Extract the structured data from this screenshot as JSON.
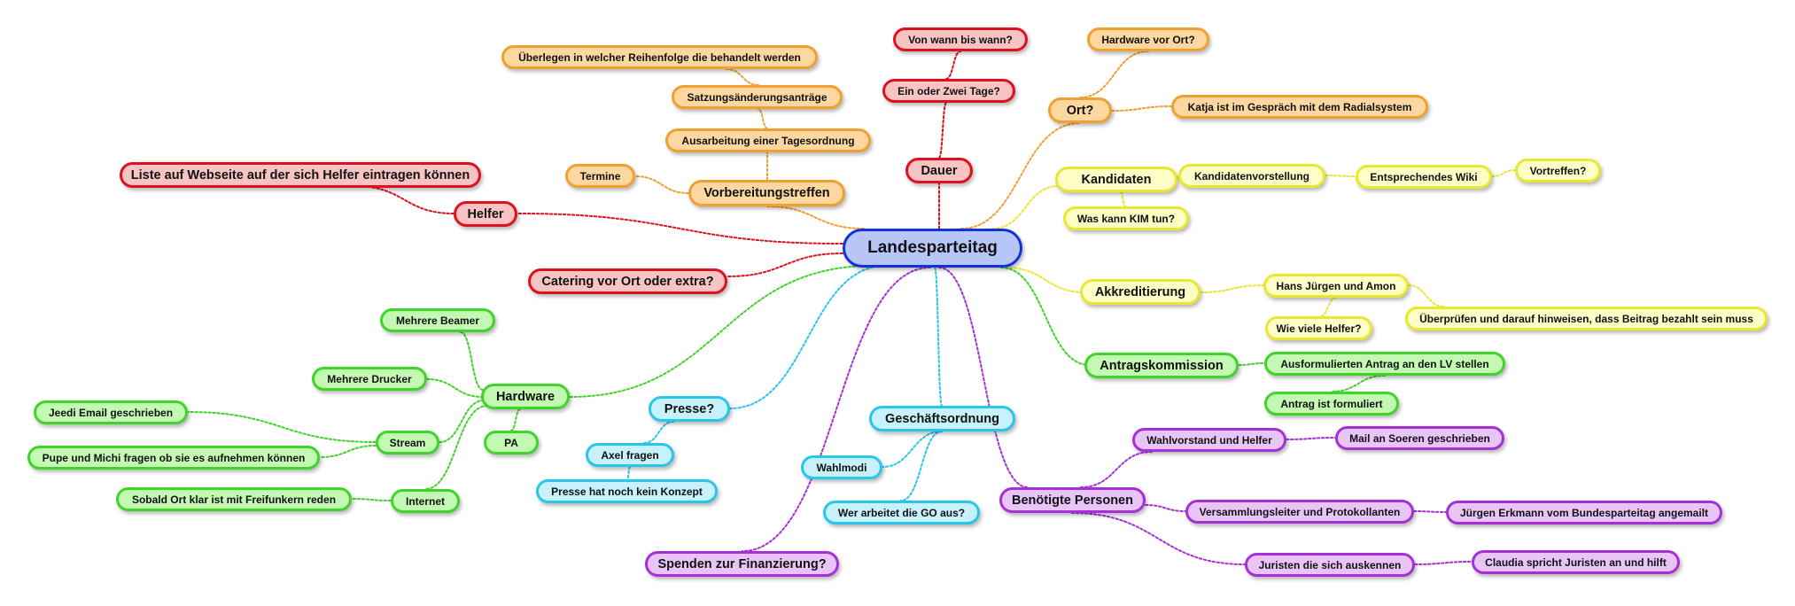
{
  "mindmap": {
    "root": "Landesparteitag",
    "dauer": "Dauer",
    "dauer_zeitraum": "Von wann bis wann?",
    "dauer_tage": "Ein oder Zwei Tage?",
    "ort": "Ort?",
    "ort_hardware": "Hardware vor Ort?",
    "ort_katja": "Katja ist im Gespräch mit dem Radialsystem",
    "vorbereitung": "Vorbereitungstreffen",
    "vorbereitung_reihenfolge": "Überlegen in welcher Reihenfolge die behandelt werden",
    "vorbereitung_satzung": "Satzungsänderungsanträge",
    "vorbereitung_tagesordnung": "Ausarbeitung einer Tagesordnung",
    "vorbereitung_termine": "Termine",
    "helfer": "Helfer",
    "helfer_liste": "Liste auf Webseite auf der sich Helfer eintragen können",
    "catering": "Catering vor Ort oder extra?",
    "kandidaten": "Kandidaten",
    "kandidaten_vorstellung": "Kandidatenvorstellung",
    "kandidaten_wiki": "Entsprechendes Wiki",
    "kandidaten_vortreffen": "Vortreffen?",
    "kandidaten_kim": "Was kann KIM tun?",
    "akkreditierung": "Akkreditierung",
    "akk_hans": "Hans Jürgen und Amon",
    "akk_helfer": "Wie viele Helfer?",
    "akk_beitrag": "Überprüfen und darauf hinweisen, dass Beitrag bezahlt sein muss",
    "antrag": "Antragskommission",
    "antrag_lv": "Ausformulierten Antrag an den LV stellen",
    "antrag_formuliert": "Antrag ist formuliert",
    "hardware": "Hardware",
    "hw_beamer": "Mehrere Beamer",
    "hw_drucker": "Mehrere Drucker",
    "hw_stream": "Stream",
    "hw_jeedi": "Jeedi Email geschrieben",
    "hw_pupe": "Pupe und Michi fragen ob sie es aufnehmen können",
    "hw_pa": "PA",
    "hw_internet": "Internet",
    "hw_freifunk": "Sobald Ort klar ist mit Freifunkern reden",
    "presse": "Presse?",
    "presse_axel": "Axel fragen",
    "presse_konzept": "Presse hat noch kein Konzept",
    "go": "Geschäftsordnung",
    "go_wahlmodi": "Wahlmodi",
    "go_wer": "Wer arbeitet die GO aus?",
    "personen": "Benötigte Personen",
    "pers_wahlvorstand": "Wahlvorstand und Helfer",
    "pers_mail": "Mail an Soeren geschrieben",
    "pers_versammlung": "Versammlungsleiter und Protokollanten",
    "pers_erkmann": "Jürgen Erkmann vom Bundesparteitag angemailt",
    "pers_juristen": "Juristen die sich auskennen",
    "pers_claudia": "Claudia spricht Juristen an und hilft",
    "spenden": "Spenden zur Finanzierung?"
  },
  "colors": {
    "red": "#e0101e",
    "orange": "#f0a030",
    "yellow": "#e8e830",
    "green": "#3fd42a",
    "cyan": "#28c6e8",
    "purple": "#a530d8",
    "blue": "#1232d8"
  }
}
